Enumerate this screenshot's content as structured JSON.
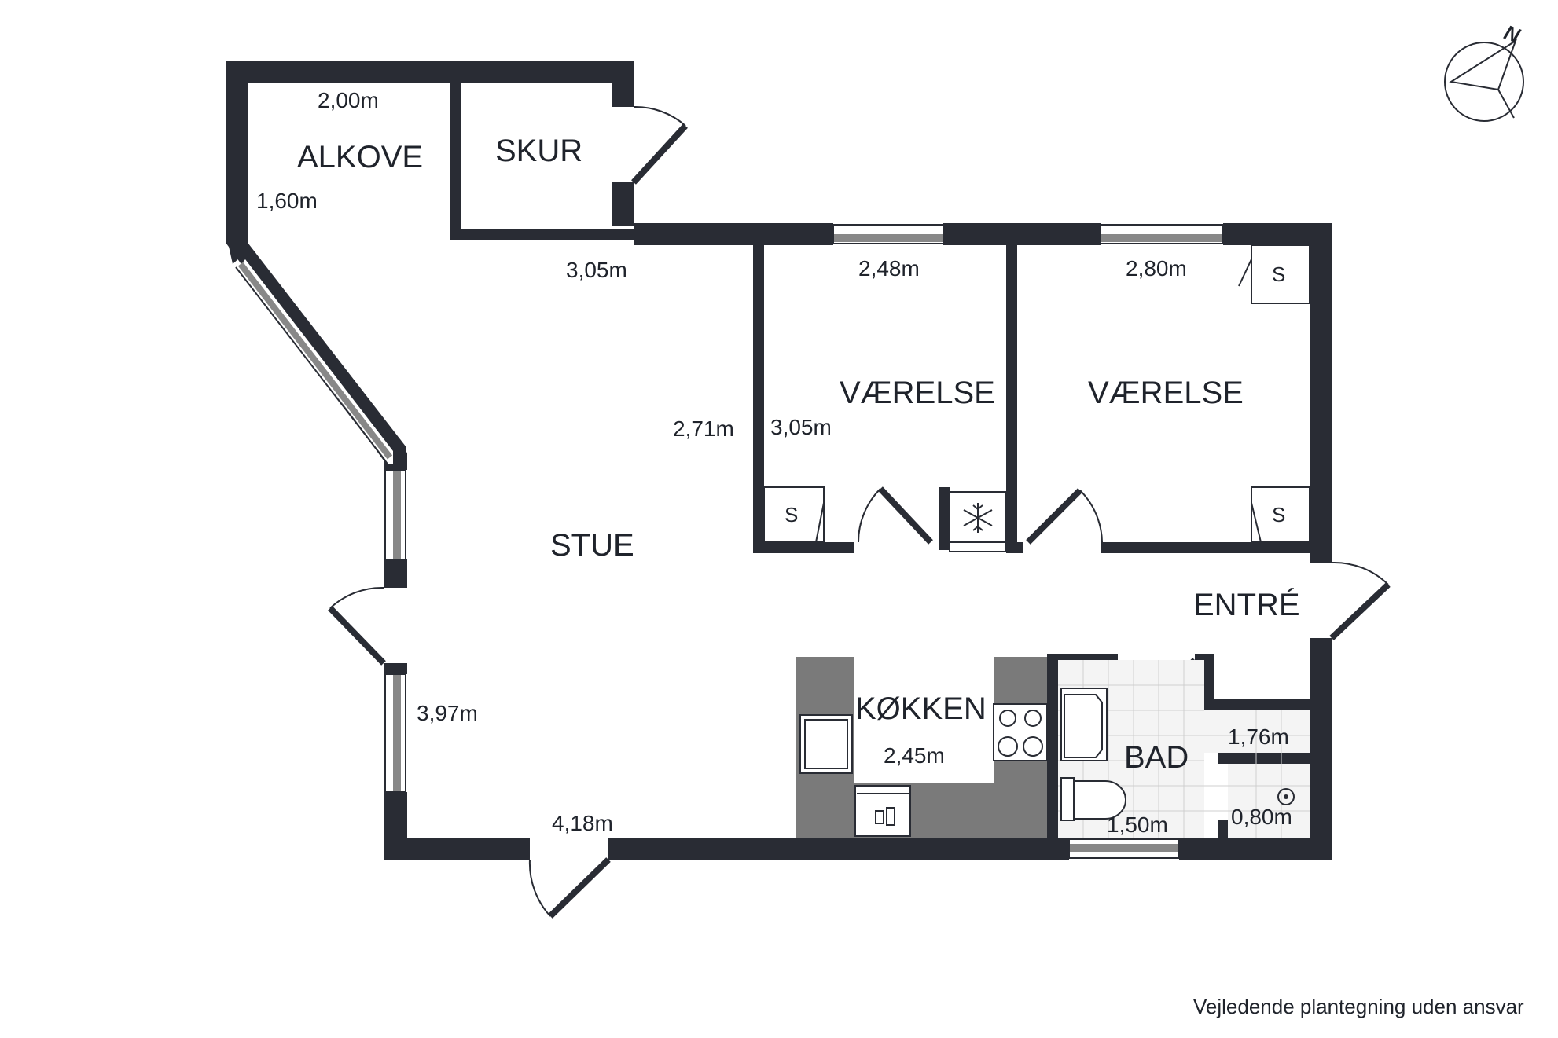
{
  "rooms": {
    "alkove": "ALKOVE",
    "skur": "SKUR",
    "vaerelse_1": "VÆRELSE",
    "vaerelse_2": "VÆRELSE",
    "stue": "STUE",
    "entre": "ENTRÉ",
    "koekken": "KØKKEN",
    "bad": "BAD"
  },
  "dimensions": {
    "alkove_width": "2,00m",
    "alkove_depth": "1,60m",
    "stue_top": "3,05m",
    "stue_side": "2,71m",
    "stue_left": "3,97m",
    "stue_bottom": "4,18m",
    "vaerelse_1_width": "2,48m",
    "vaerelse_1_depth": "3,05m",
    "vaerelse_2_width": "2,80m",
    "koekken_width": "2,45m",
    "bad_upper": "1,76m",
    "bad_width": "1,50m",
    "bad_small": "0,80m"
  },
  "closet_label": "S",
  "compass_label": "N",
  "disclaimer": "Vejledende plantegning uden ansvar"
}
